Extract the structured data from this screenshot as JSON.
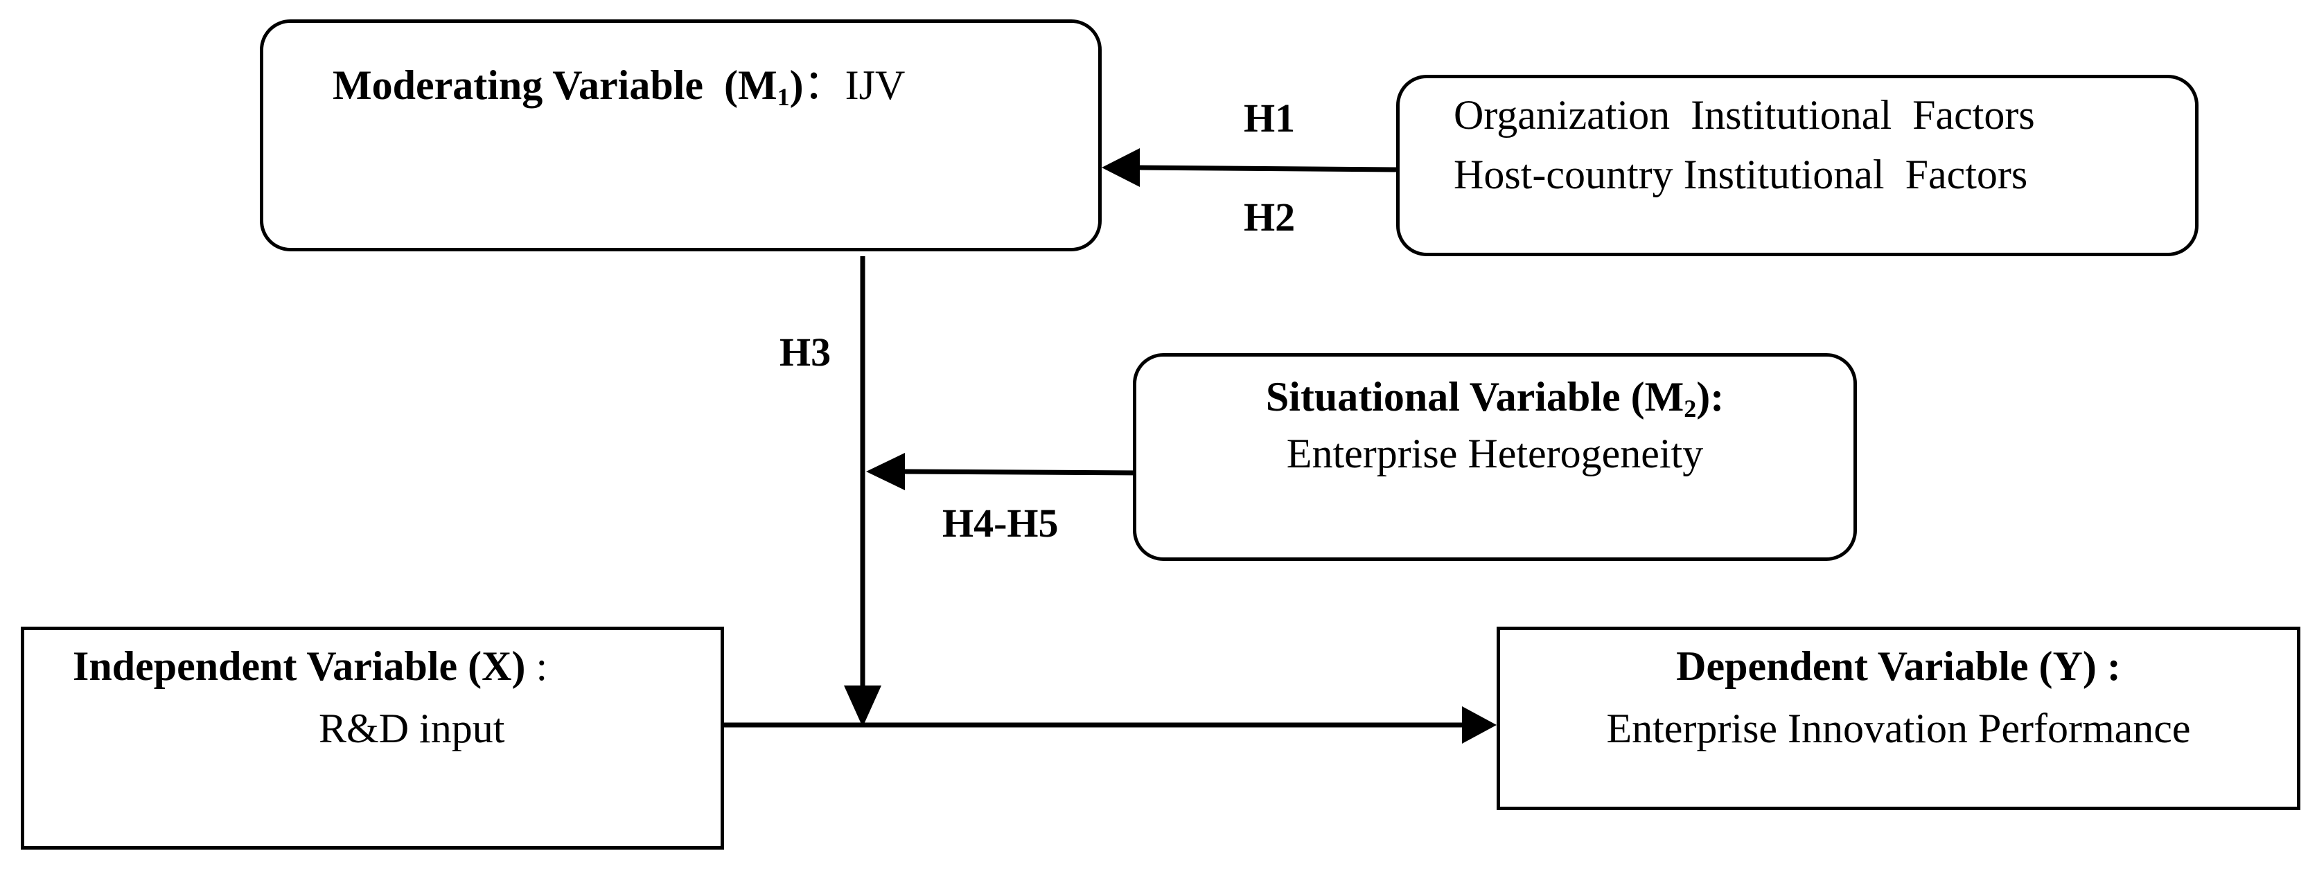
{
  "diagram": {
    "moderating": {
      "title": "Moderating Variable",
      "symbol": "M",
      "subscript": "1",
      "value": "IJV"
    },
    "institutional": {
      "line1": "Organization  Institutional  Factors",
      "line2": "Host-country Institutional  Factors"
    },
    "situational": {
      "title": "Situational Variable (M",
      "subscript": "2",
      "title_end": "):",
      "value": "Enterprise Heterogeneity"
    },
    "independent": {
      "title": "Independent Variable (X)",
      "colon": ":",
      "value": "R&D input"
    },
    "dependent": {
      "title": "Dependent Variable (Y) :",
      "value": "Enterprise Innovation Performance"
    },
    "hypotheses": {
      "h1": "H1",
      "h2": "H2",
      "h3": "H3",
      "h4_h5": "H4-H5"
    }
  }
}
